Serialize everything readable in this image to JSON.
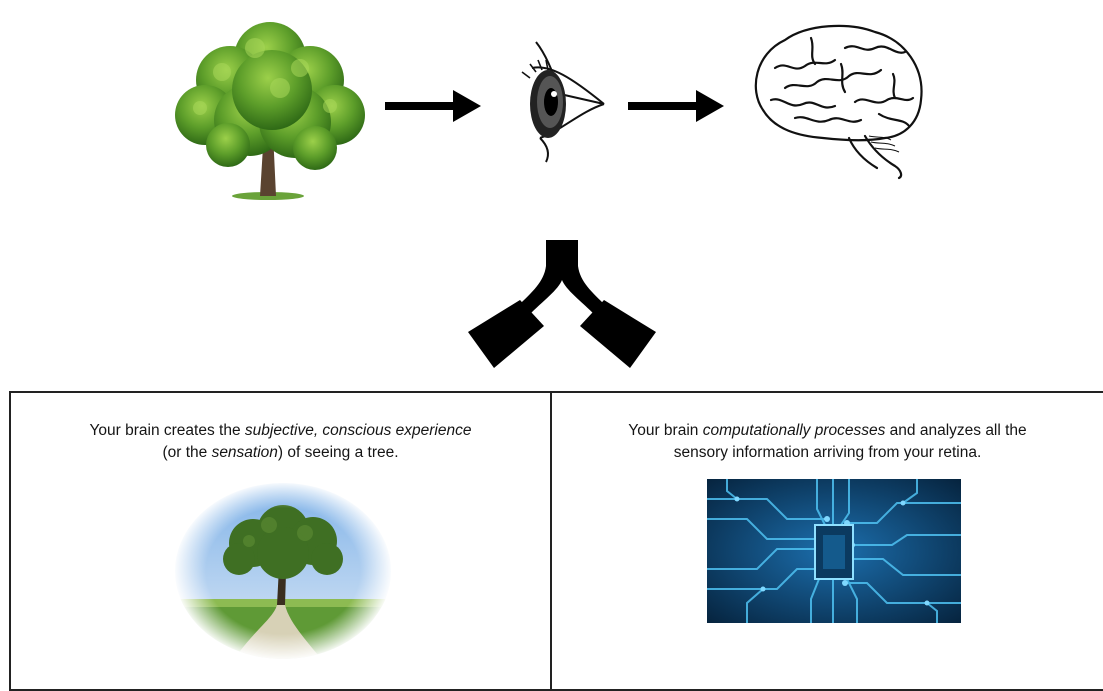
{
  "top_row": {
    "items": [
      {
        "icon": "tree-icon"
      },
      {
        "icon": "eye-icon"
      },
      {
        "icon": "brain-icon"
      }
    ],
    "arrows": [
      "right-arrow-icon",
      "right-arrow-icon"
    ]
  },
  "split_arrow": {
    "icon": "split-arrow-icon"
  },
  "left_panel": {
    "caption_line1_pre": "Your brain creates the ",
    "caption_line1_em": "subjective, conscious experience",
    "caption_line2_pre": "(or the ",
    "caption_line2_em": "sensation",
    "caption_line2_post": ") of seeing a tree.",
    "image_icon": "tree-landscape-photo-icon"
  },
  "right_panel": {
    "caption_line1_pre": "Your brain ",
    "caption_line1_em": "computationally processes",
    "caption_line1_post": " and analyzes all the",
    "caption_line2": "sensory information arriving from your retina.",
    "image_icon": "circuit-board-icon",
    "accent_color": "#1f8fd0"
  }
}
